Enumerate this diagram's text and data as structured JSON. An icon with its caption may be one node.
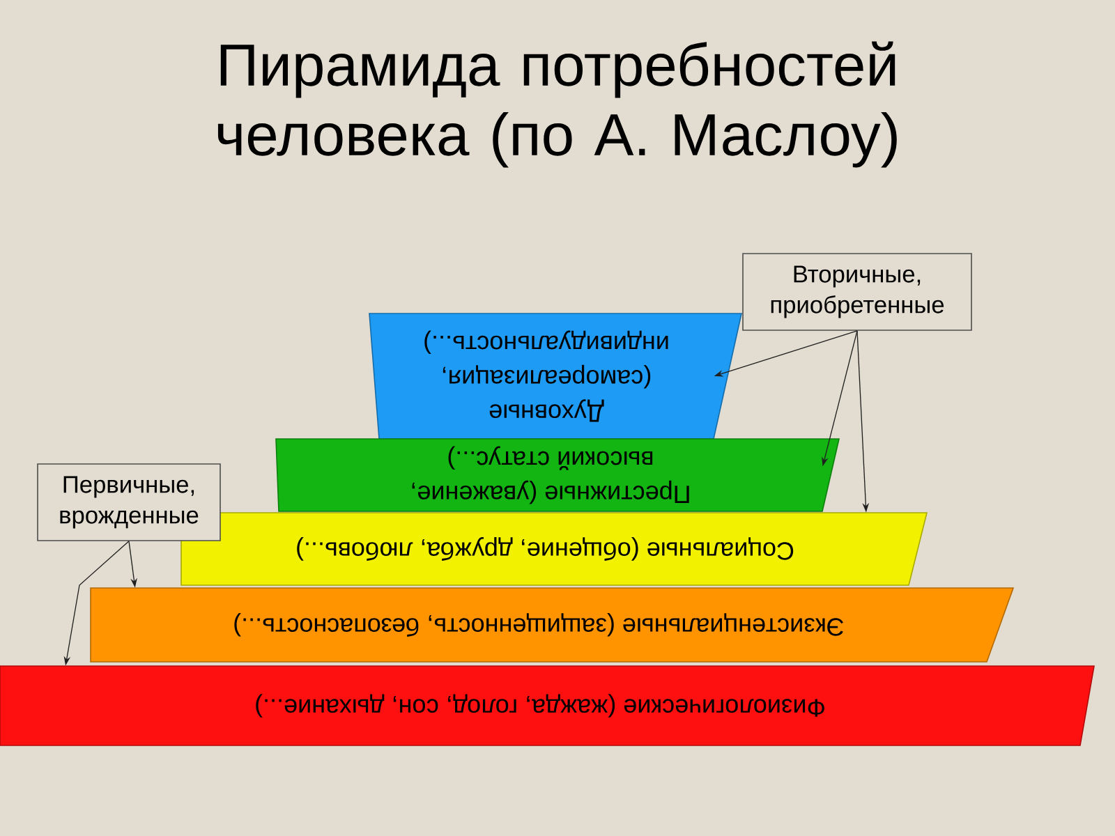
{
  "diagram": {
    "title": "Пирамида потребностей человека (по А. Маслоу)",
    "nodes": [
      {
        "text": [
          "Вторичные, приобретенные"
        ]
      },
      {
        "text": [
          "Духовные (самореализация, индивидуальность...)"
        ]
      },
      {
        "text": [
          "Престижные (уважение, высокий статус...)"
        ]
      },
      {
        "text": [
          "Первичные, врожденные"
        ]
      },
      {
        "text": [
          "Социальные (общение, дружба, любовь...)"
        ]
      },
      {
        "text": [
          "Экзистенциальные (защищенность, безопасность...)"
        ]
      },
      {
        "text": [
          "Физиологические (жажда, голод, сон, дыхание...)"
        ]
      }
    ],
    "edges": [
      {
        "from": 0,
        "to": 1,
        "arrow": "to"
      },
      {
        "from": 0,
        "to": 2,
        "arrow": "to"
      },
      {
        "from": 0,
        "to": 4,
        "arrow": "to"
      },
      {
        "from": 3,
        "to": 5,
        "arrow": "to"
      },
      {
        "from": 3,
        "to": 6,
        "arrow": "to"
      }
    ]
  }
}
